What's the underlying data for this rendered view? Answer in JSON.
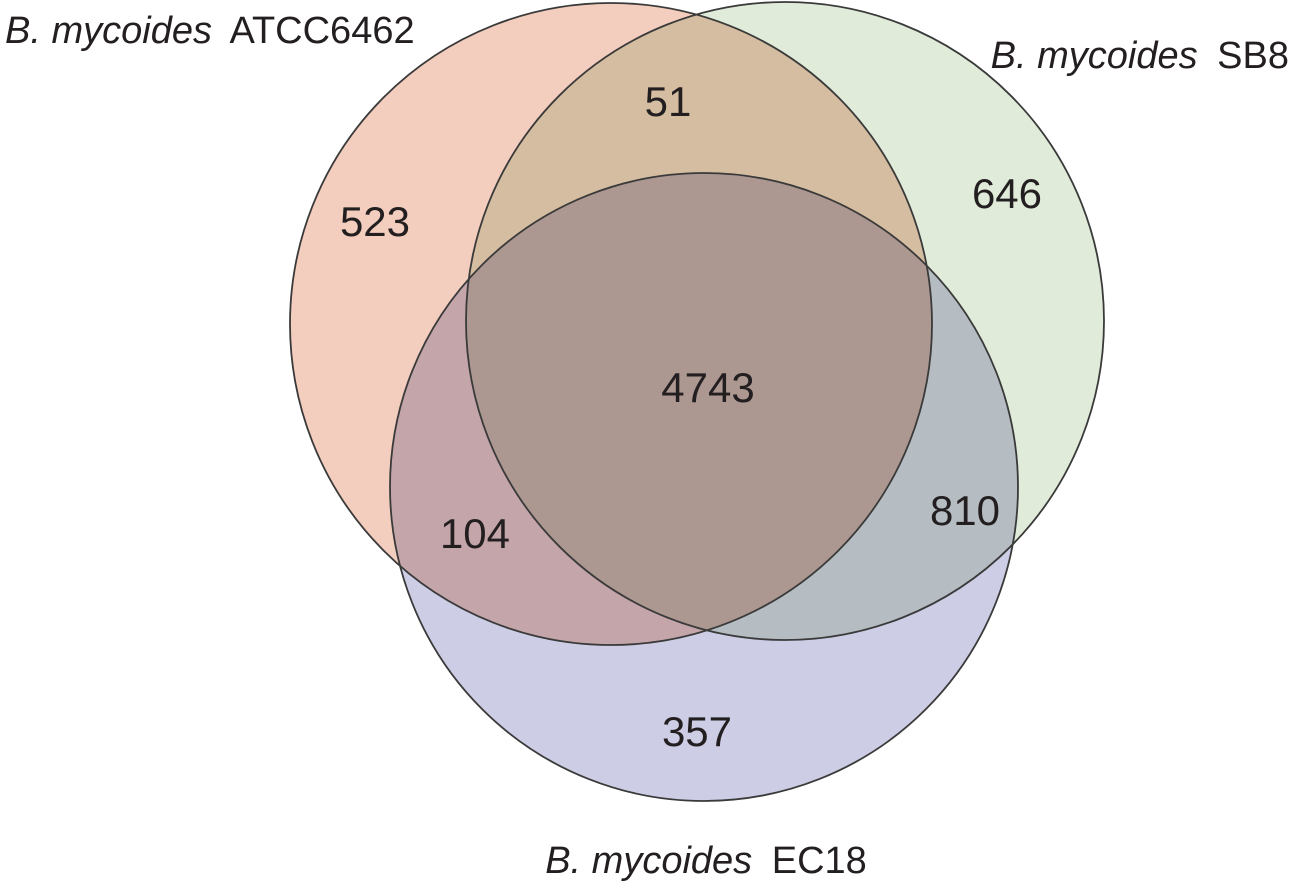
{
  "figure": {
    "kind": "venn-diagram",
    "description": "Three-set Venn diagram comparing B. mycoides strains"
  },
  "colors": {
    "atcc_fill": "#f3cdbd",
    "sb8_fill": "#e0ecd9",
    "ec18_fill": "#cecde6",
    "outline": "#3a3a3a",
    "text": "#231f20",
    "background": "#ffffff"
  },
  "venn": {
    "sets": [
      {
        "id": "atcc6462",
        "name_italic": "B. mycoides",
        "name_regular": "ATCC6462",
        "unique": "523"
      },
      {
        "id": "sb8",
        "name_italic": "B. mycoides",
        "name_regular": "SB8",
        "unique": "646"
      },
      {
        "id": "ec18",
        "name_italic": "B. mycoides",
        "name_regular": "EC18",
        "unique": "357"
      }
    ],
    "intersections": {
      "atcc_sb8": "51",
      "atcc_ec18": "104",
      "sb8_ec18": "810",
      "all_three": "4743"
    }
  }
}
